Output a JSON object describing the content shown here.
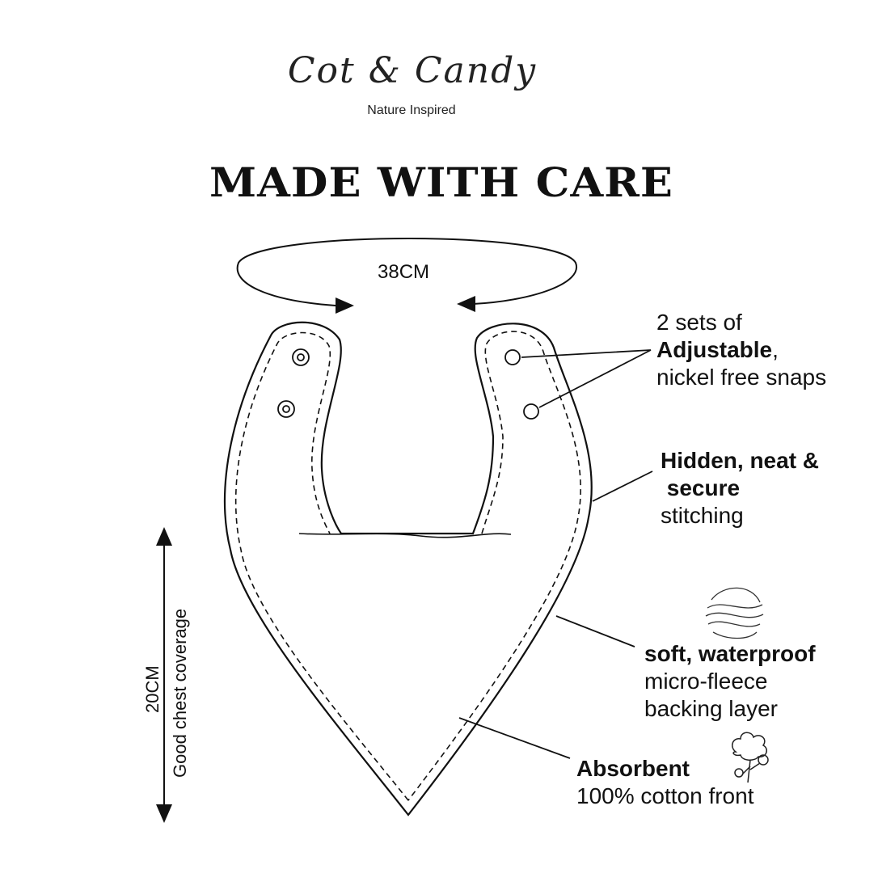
{
  "brand": {
    "name": "Cot & Candy",
    "tagline": "Nature Inspired"
  },
  "title": "MADE WITH CARE",
  "measurements": {
    "neck": "38CM",
    "length": "20CM",
    "length_note": "Good chest coverage"
  },
  "callouts": {
    "snaps": {
      "line1": "2 sets of",
      "bold": "Adjustable",
      "suffix": ",",
      "line3": "nickel free snaps"
    },
    "stitching": {
      "line1": "Hidden, neat &",
      "line2": " secure",
      "line3": "stitching"
    },
    "backing": {
      "line1": "soft, waterproof",
      "line2": "micro-fleece",
      "line3": "backing layer"
    },
    "front": {
      "line1": "Absorbent",
      "line2": "100% cotton front"
    }
  },
  "icons": [
    "fleece-icon",
    "cotton-flower-icon"
  ]
}
